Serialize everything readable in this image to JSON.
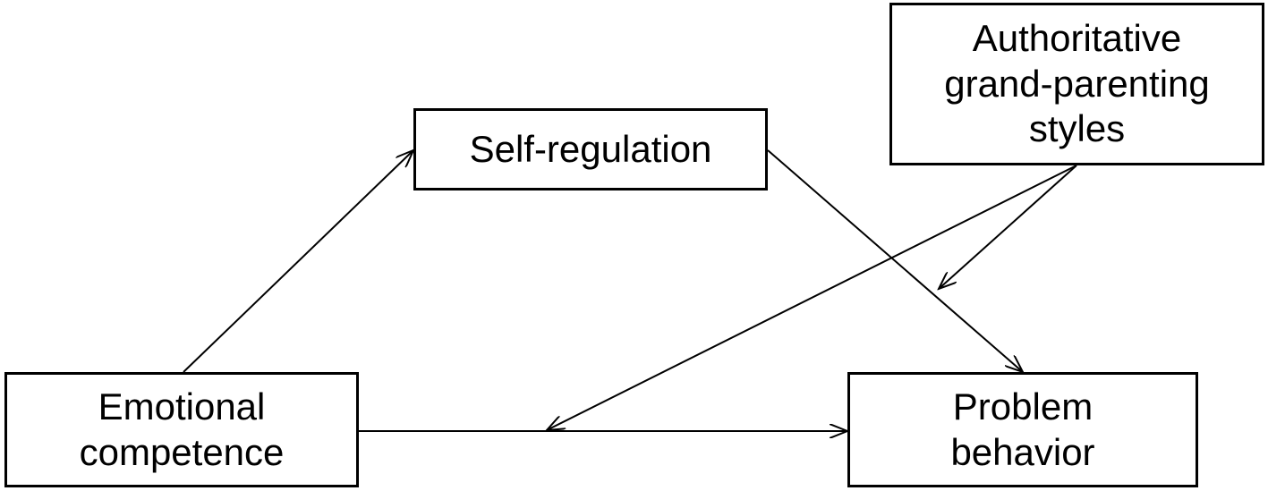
{
  "nodes": {
    "self_regulation": {
      "lines": [
        "Self-regulation"
      ]
    },
    "authoritative": {
      "lines": [
        "Authoritative",
        "grand-parenting",
        "styles"
      ]
    },
    "emotional": {
      "lines": [
        "Emotional",
        "competence"
      ]
    },
    "problem": {
      "lines": [
        "Problem",
        "behavior"
      ]
    }
  },
  "edges": [
    {
      "from": "Emotional competence",
      "to": "Self-regulation",
      "type": "arrow"
    },
    {
      "from": "Self-regulation",
      "to": "Problem behavior",
      "type": "arrow"
    },
    {
      "from": "Emotional competence",
      "to": "Problem behavior",
      "type": "arrow"
    },
    {
      "from": "Authoritative grand-parenting styles",
      "to": "Self-regulation → Problem behavior path",
      "type": "moderation-arrow"
    },
    {
      "from": "Authoritative grand-parenting styles",
      "to": "Emotional competence → Problem behavior path",
      "type": "moderation-arrow"
    }
  ],
  "colors": {
    "stroke": "#000000",
    "background": "#ffffff"
  }
}
